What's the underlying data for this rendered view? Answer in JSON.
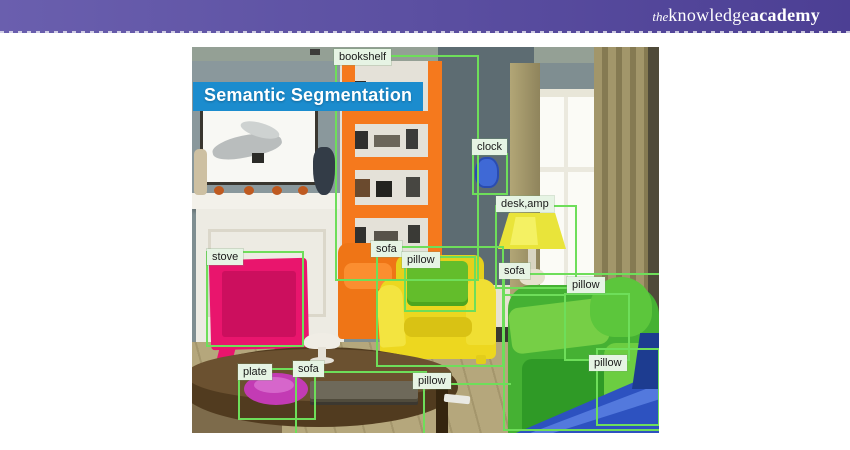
{
  "header": {
    "logo": {
      "the": "the",
      "knowledge": "knowledge",
      "academy": "academy"
    }
  },
  "figure": {
    "banner": "Semantic Segmentation",
    "labels": [
      {
        "text": "bookshelf"
      },
      {
        "text": "clock"
      },
      {
        "text": "desk,amp"
      },
      {
        "text": "stove"
      },
      {
        "text": "sofa"
      },
      {
        "text": "pillow"
      },
      {
        "text": "sofa"
      },
      {
        "text": "pillow"
      },
      {
        "text": "plate"
      },
      {
        "text": "sofa"
      },
      {
        "text": "pillow"
      },
      {
        "text": "pillow"
      }
    ],
    "segments": [
      {
        "label": "bookshelf",
        "mask_color": "#f5791d"
      },
      {
        "label": "clock",
        "mask_color": "#3f69d6"
      },
      {
        "label": "desk,amp",
        "mask_color": "#e9e43a"
      },
      {
        "label": "stove",
        "mask_color": "#e9156d"
      },
      {
        "label": "sofa (armchair left)",
        "mask_color": "#f5791d"
      },
      {
        "label": "sofa (armchair center)",
        "mask_color": "#edd71f"
      },
      {
        "label": "pillow (center)",
        "mask_color": "#63bd2b"
      },
      {
        "label": "sofa (right)",
        "mask_color": "#45b133"
      },
      {
        "label": "pillow (right, x2)",
        "mask_color": "#76cf46"
      },
      {
        "label": "plate",
        "mask_color": "#c33bb4"
      },
      {
        "label": "sofa (foreground)",
        "mask_color": "#2d52c0"
      }
    ]
  },
  "colors": {
    "header-purple-1": "#6a5fae",
    "header-purple-2": "#4c3f94",
    "banner-blue": "#1b8cce",
    "bbox-green": "#6ede5a",
    "label-bg": "#e6f4e4",
    "mask-orange": "#f5791d",
    "mask-magenta": "#e9156d",
    "mask-yellow": "#edd71f",
    "mask-green": "#45b133",
    "mask-green-light": "#76cf46",
    "mask-blue": "#2d52c0",
    "mask-purple": "#c33bb4",
    "mask-clock-blue": "#3f69d6",
    "mask-lamp-yellow": "#e9e43a"
  }
}
